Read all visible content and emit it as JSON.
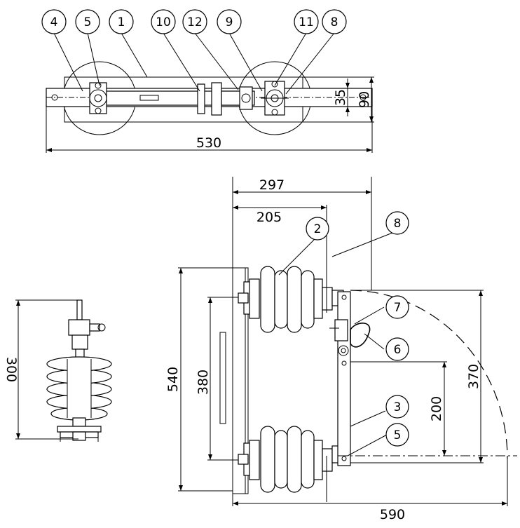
{
  "drawing": {
    "callouts": [
      "4",
      "5",
      "1",
      "10",
      "12",
      "9",
      "11",
      "8",
      "2",
      "8",
      "7",
      "6",
      "3",
      "5"
    ],
    "dimensions": {
      "top_width": "530",
      "top_height_inner": "35",
      "top_height_outer": "90",
      "width_297": "297",
      "width_205": "205",
      "height_540": "540",
      "height_380": "380",
      "height_370": "370",
      "height_200": "200",
      "width_590": "590",
      "side_height": "300"
    }
  }
}
